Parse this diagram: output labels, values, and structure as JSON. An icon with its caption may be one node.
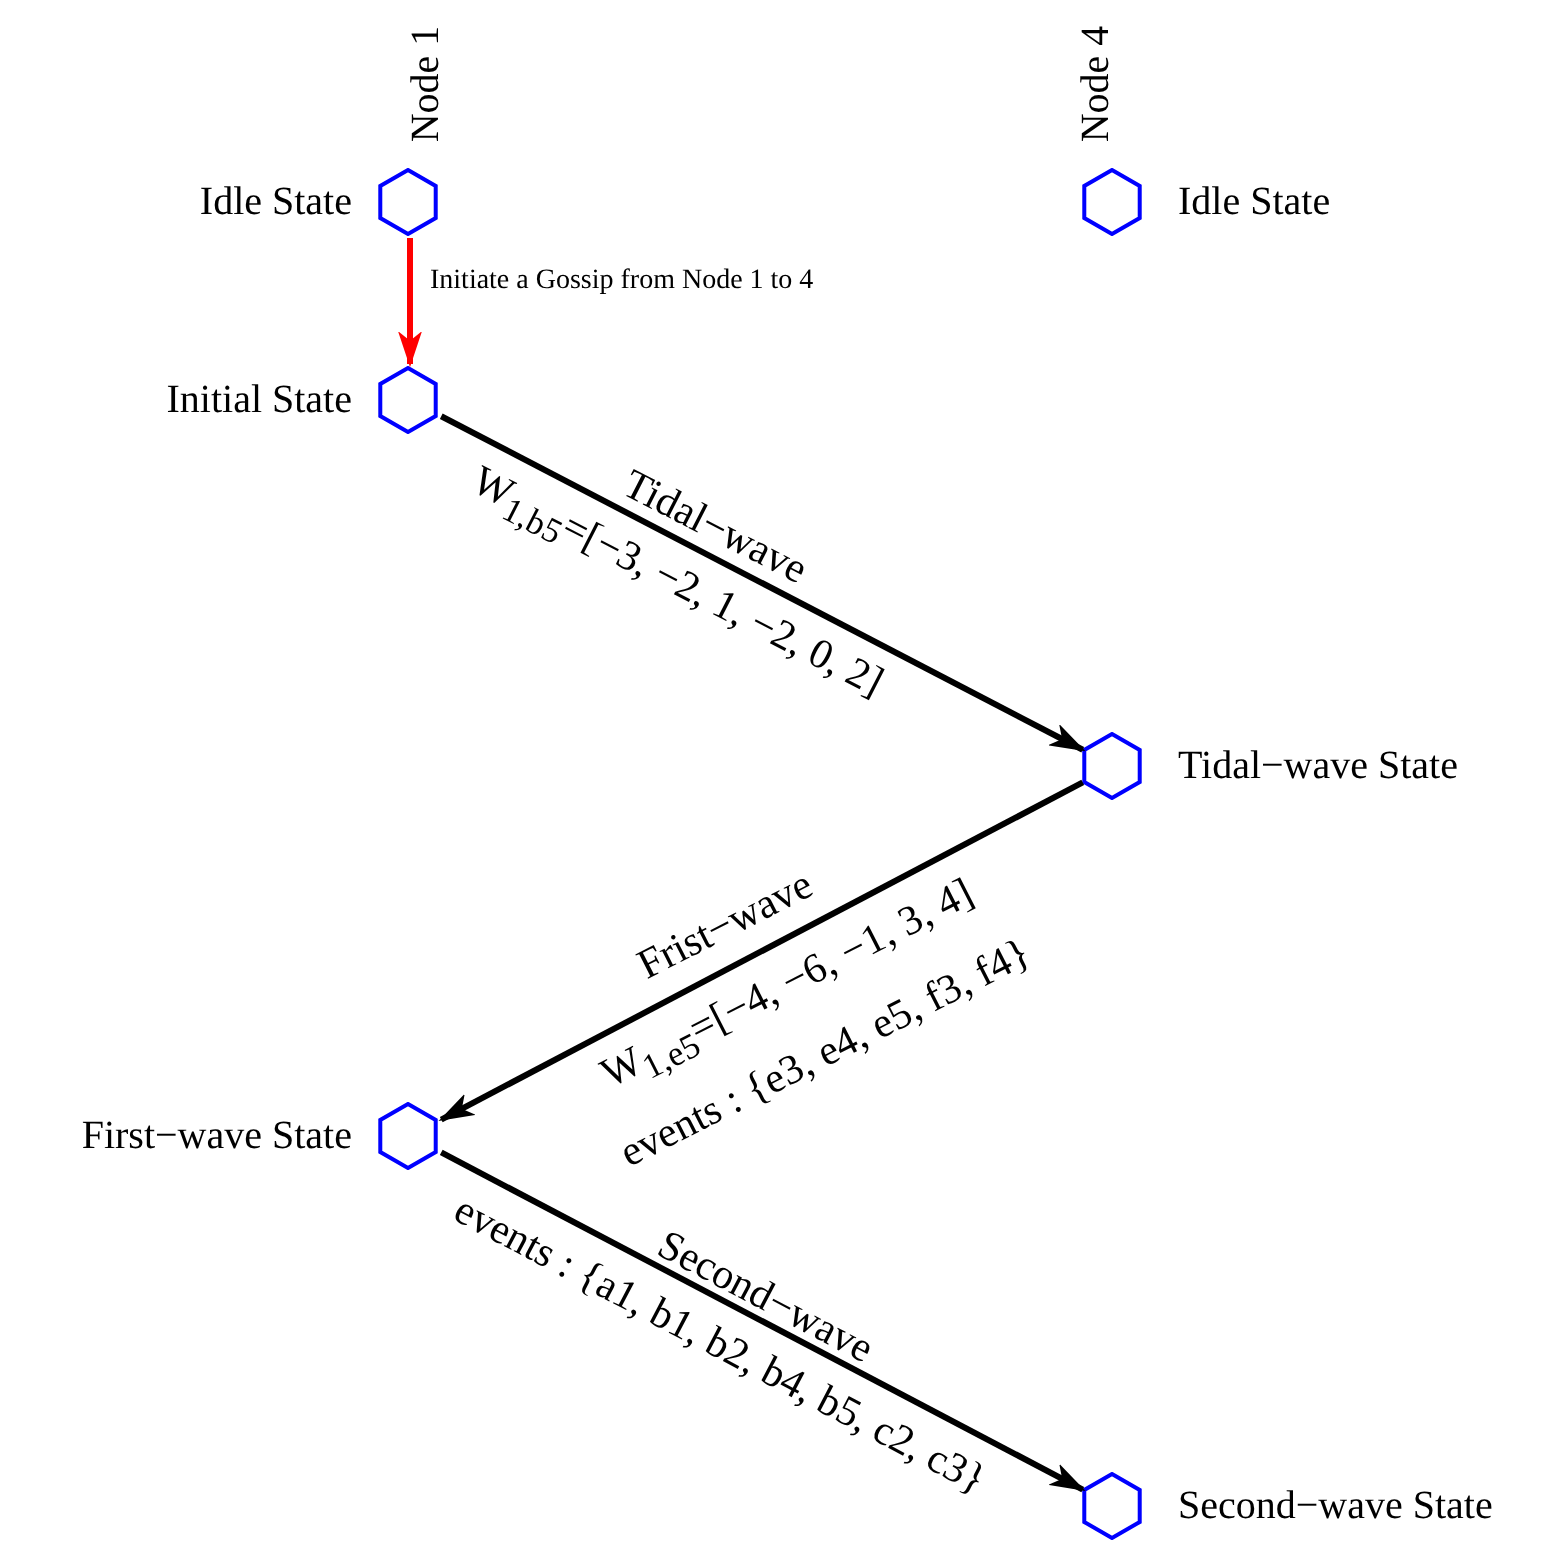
{
  "diagram": {
    "nodes": [
      {
        "text": [
          "Idle State"
        ]
      },
      {
        "text": [
          "Idle State"
        ]
      },
      {
        "text": [
          "Initial State"
        ]
      },
      {
        "text": [
          "Tidal−wave State"
        ]
      },
      {
        "text": [
          "First−wave State"
        ]
      },
      {
        "text": [
          "Second−wave State"
        ]
      }
    ],
    "edges": [
      {
        "from": 0,
        "to": 2,
        "arrow": "to",
        "label": "Initiate a Gossip from Node 1 to 4",
        "color": "#ff0000"
      },
      {
        "from": 2,
        "to": 3,
        "arrow": "to",
        "label": "Tidal−wave"
      },
      {
        "from": 3,
        "to": 4,
        "arrow": "to",
        "label": "Frist−wave"
      },
      {
        "from": 4,
        "to": 5,
        "arrow": "to",
        "label": "Second−wave"
      }
    ],
    "labels": [
      "Node 1",
      "Node 4",
      "W$_{1,b5}$=[−3, −2, 1, −2, 0, 2]",
      "W$_{1,e5}$=[−4, −6, −1, 3, 4]",
      "events : {e3, e4, e5, f3, f4}",
      "events : {a1, b1, b2, b4, b5, c2, c3}"
    ]
  }
}
